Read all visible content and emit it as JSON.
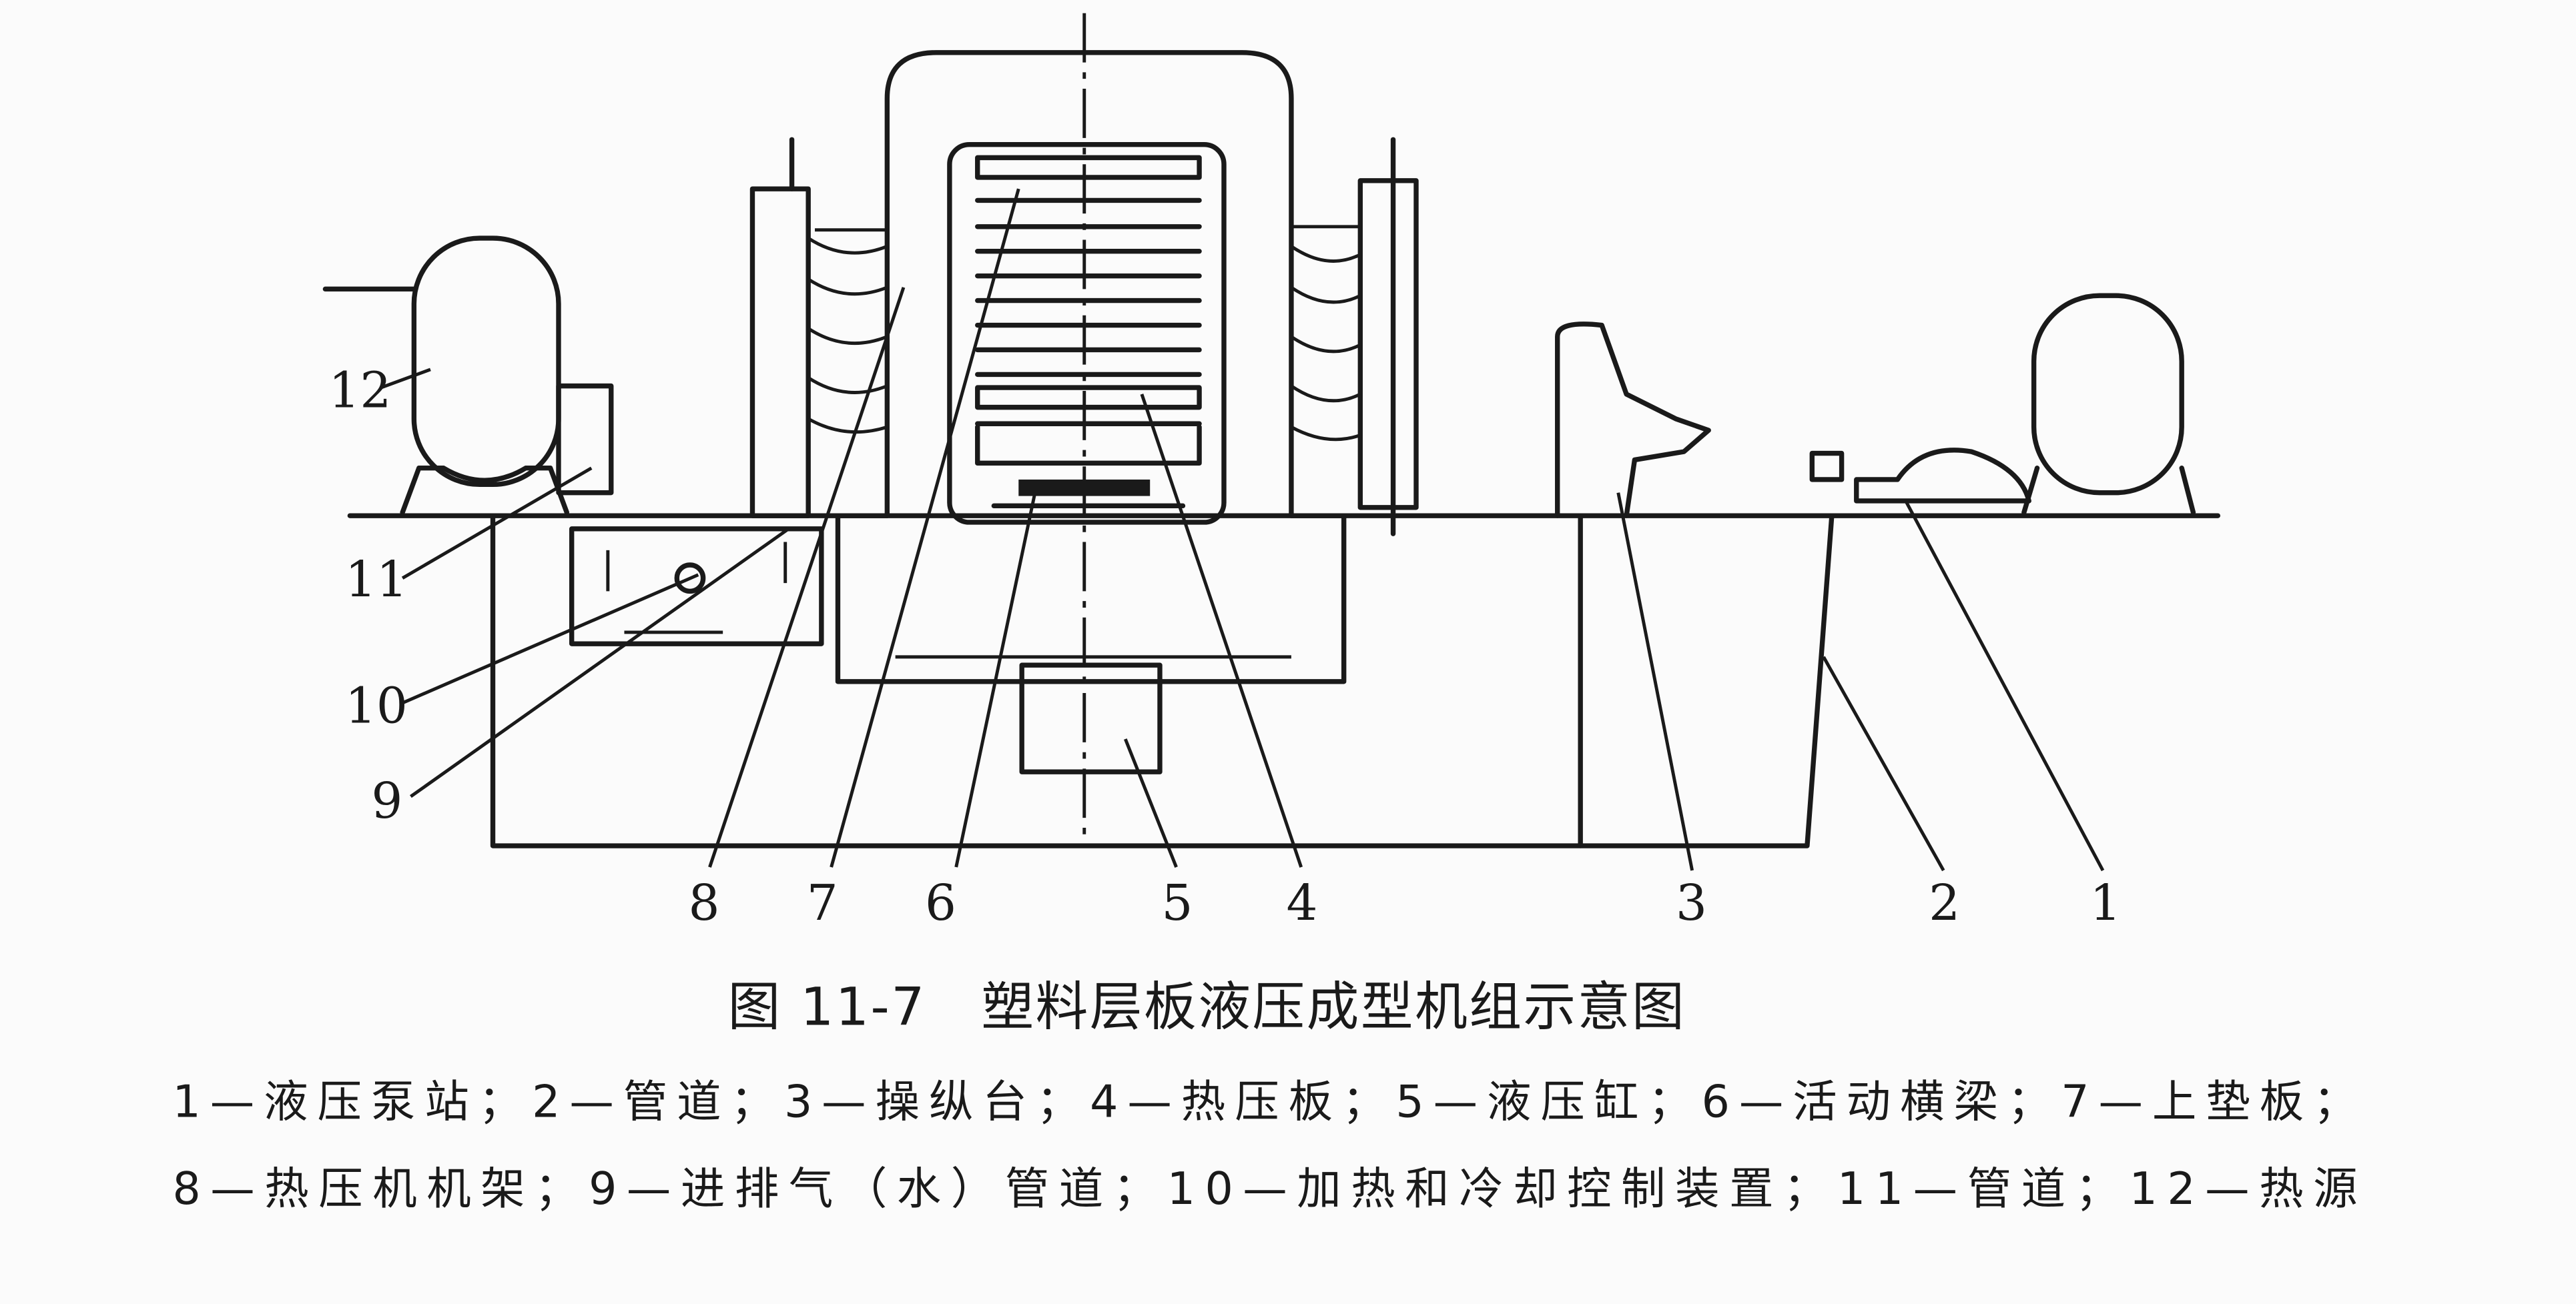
{
  "figure": {
    "caption": "图 11-7   塑料层板液压成型机组示意图",
    "labels": [
      "1",
      "2",
      "3",
      "4",
      "5",
      "6",
      "7",
      "8",
      "9",
      "10",
      "11",
      "12"
    ],
    "legend_lines": [
      "1—液压泵站；2—管道；3—操纵台；4—热压板；5—液压缸；6—活动横梁；7—上垫板；",
      "8—热压机机架；9—进排气（水）管道；10—加热和冷却控制装置；11—管道；12—热源"
    ],
    "legend_items": [
      {
        "num": "1",
        "name": "液压泵站"
      },
      {
        "num": "2",
        "name": "管道"
      },
      {
        "num": "3",
        "name": "操纵台"
      },
      {
        "num": "4",
        "name": "热压板"
      },
      {
        "num": "5",
        "name": "液压缸"
      },
      {
        "num": "6",
        "name": "活动横梁"
      },
      {
        "num": "7",
        "name": "上垫板"
      },
      {
        "num": "8",
        "name": "热压机机架"
      },
      {
        "num": "9",
        "name": "进排气（水）管道"
      },
      {
        "num": "10",
        "name": "加热和冷却控制装置"
      },
      {
        "num": "11",
        "name": "管道"
      },
      {
        "num": "12",
        "name": "热源"
      }
    ]
  }
}
